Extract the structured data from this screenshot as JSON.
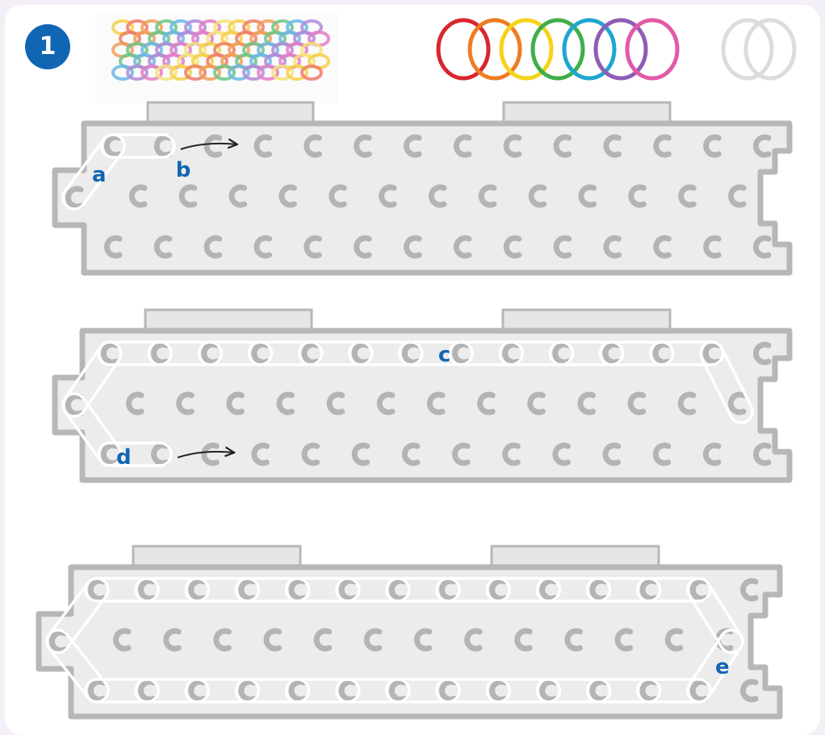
{
  "step_number": "1",
  "colors": {
    "card_background": "#ffffff",
    "page_background": "#f4eef6",
    "loom_fill": "#ececec",
    "loom_outline": "#b7b7b7",
    "peg": "#b4b4b4",
    "band_outline": "#ffffff",
    "label_blue": "#1166b3",
    "arrow": "#222222"
  },
  "rainbow_bands": [
    {
      "name": "red",
      "color": "#d8262e"
    },
    {
      "name": "orange",
      "color": "#ef7c22"
    },
    {
      "name": "yellow",
      "color": "#f6d21a"
    },
    {
      "name": "green",
      "color": "#3fae49"
    },
    {
      "name": "blue",
      "color": "#1fa6cf"
    },
    {
      "name": "purple",
      "color": "#8e5cb5"
    },
    {
      "name": "pink",
      "color": "#e25aa5"
    }
  ],
  "white_bands": [
    {
      "name": "white",
      "color": "#dcdcdc"
    },
    {
      "name": "white",
      "color": "#dcdcdc"
    }
  ],
  "finished_bracelet_icon": "rainbow-bracelet-photo",
  "looms": [
    {
      "name": "loom-1",
      "labels": [
        {
          "text": "a",
          "peg": "left-middle"
        },
        {
          "text": "b",
          "peg": "top-2"
        }
      ],
      "arrows": [
        {
          "from_peg": "top-1",
          "to_peg": "top-2",
          "row": "top"
        }
      ]
    },
    {
      "name": "loom-2",
      "labels": [
        {
          "text": "c",
          "peg": "top-6"
        },
        {
          "text": "d",
          "peg": "bottom-0"
        }
      ],
      "arrows": [
        {
          "from_peg": "bottom-1",
          "to_peg": "bottom-2",
          "row": "bottom"
        }
      ]
    },
    {
      "name": "loom-3",
      "labels": [
        {
          "text": "e",
          "peg": "right-end"
        }
      ],
      "arrows": []
    }
  ]
}
